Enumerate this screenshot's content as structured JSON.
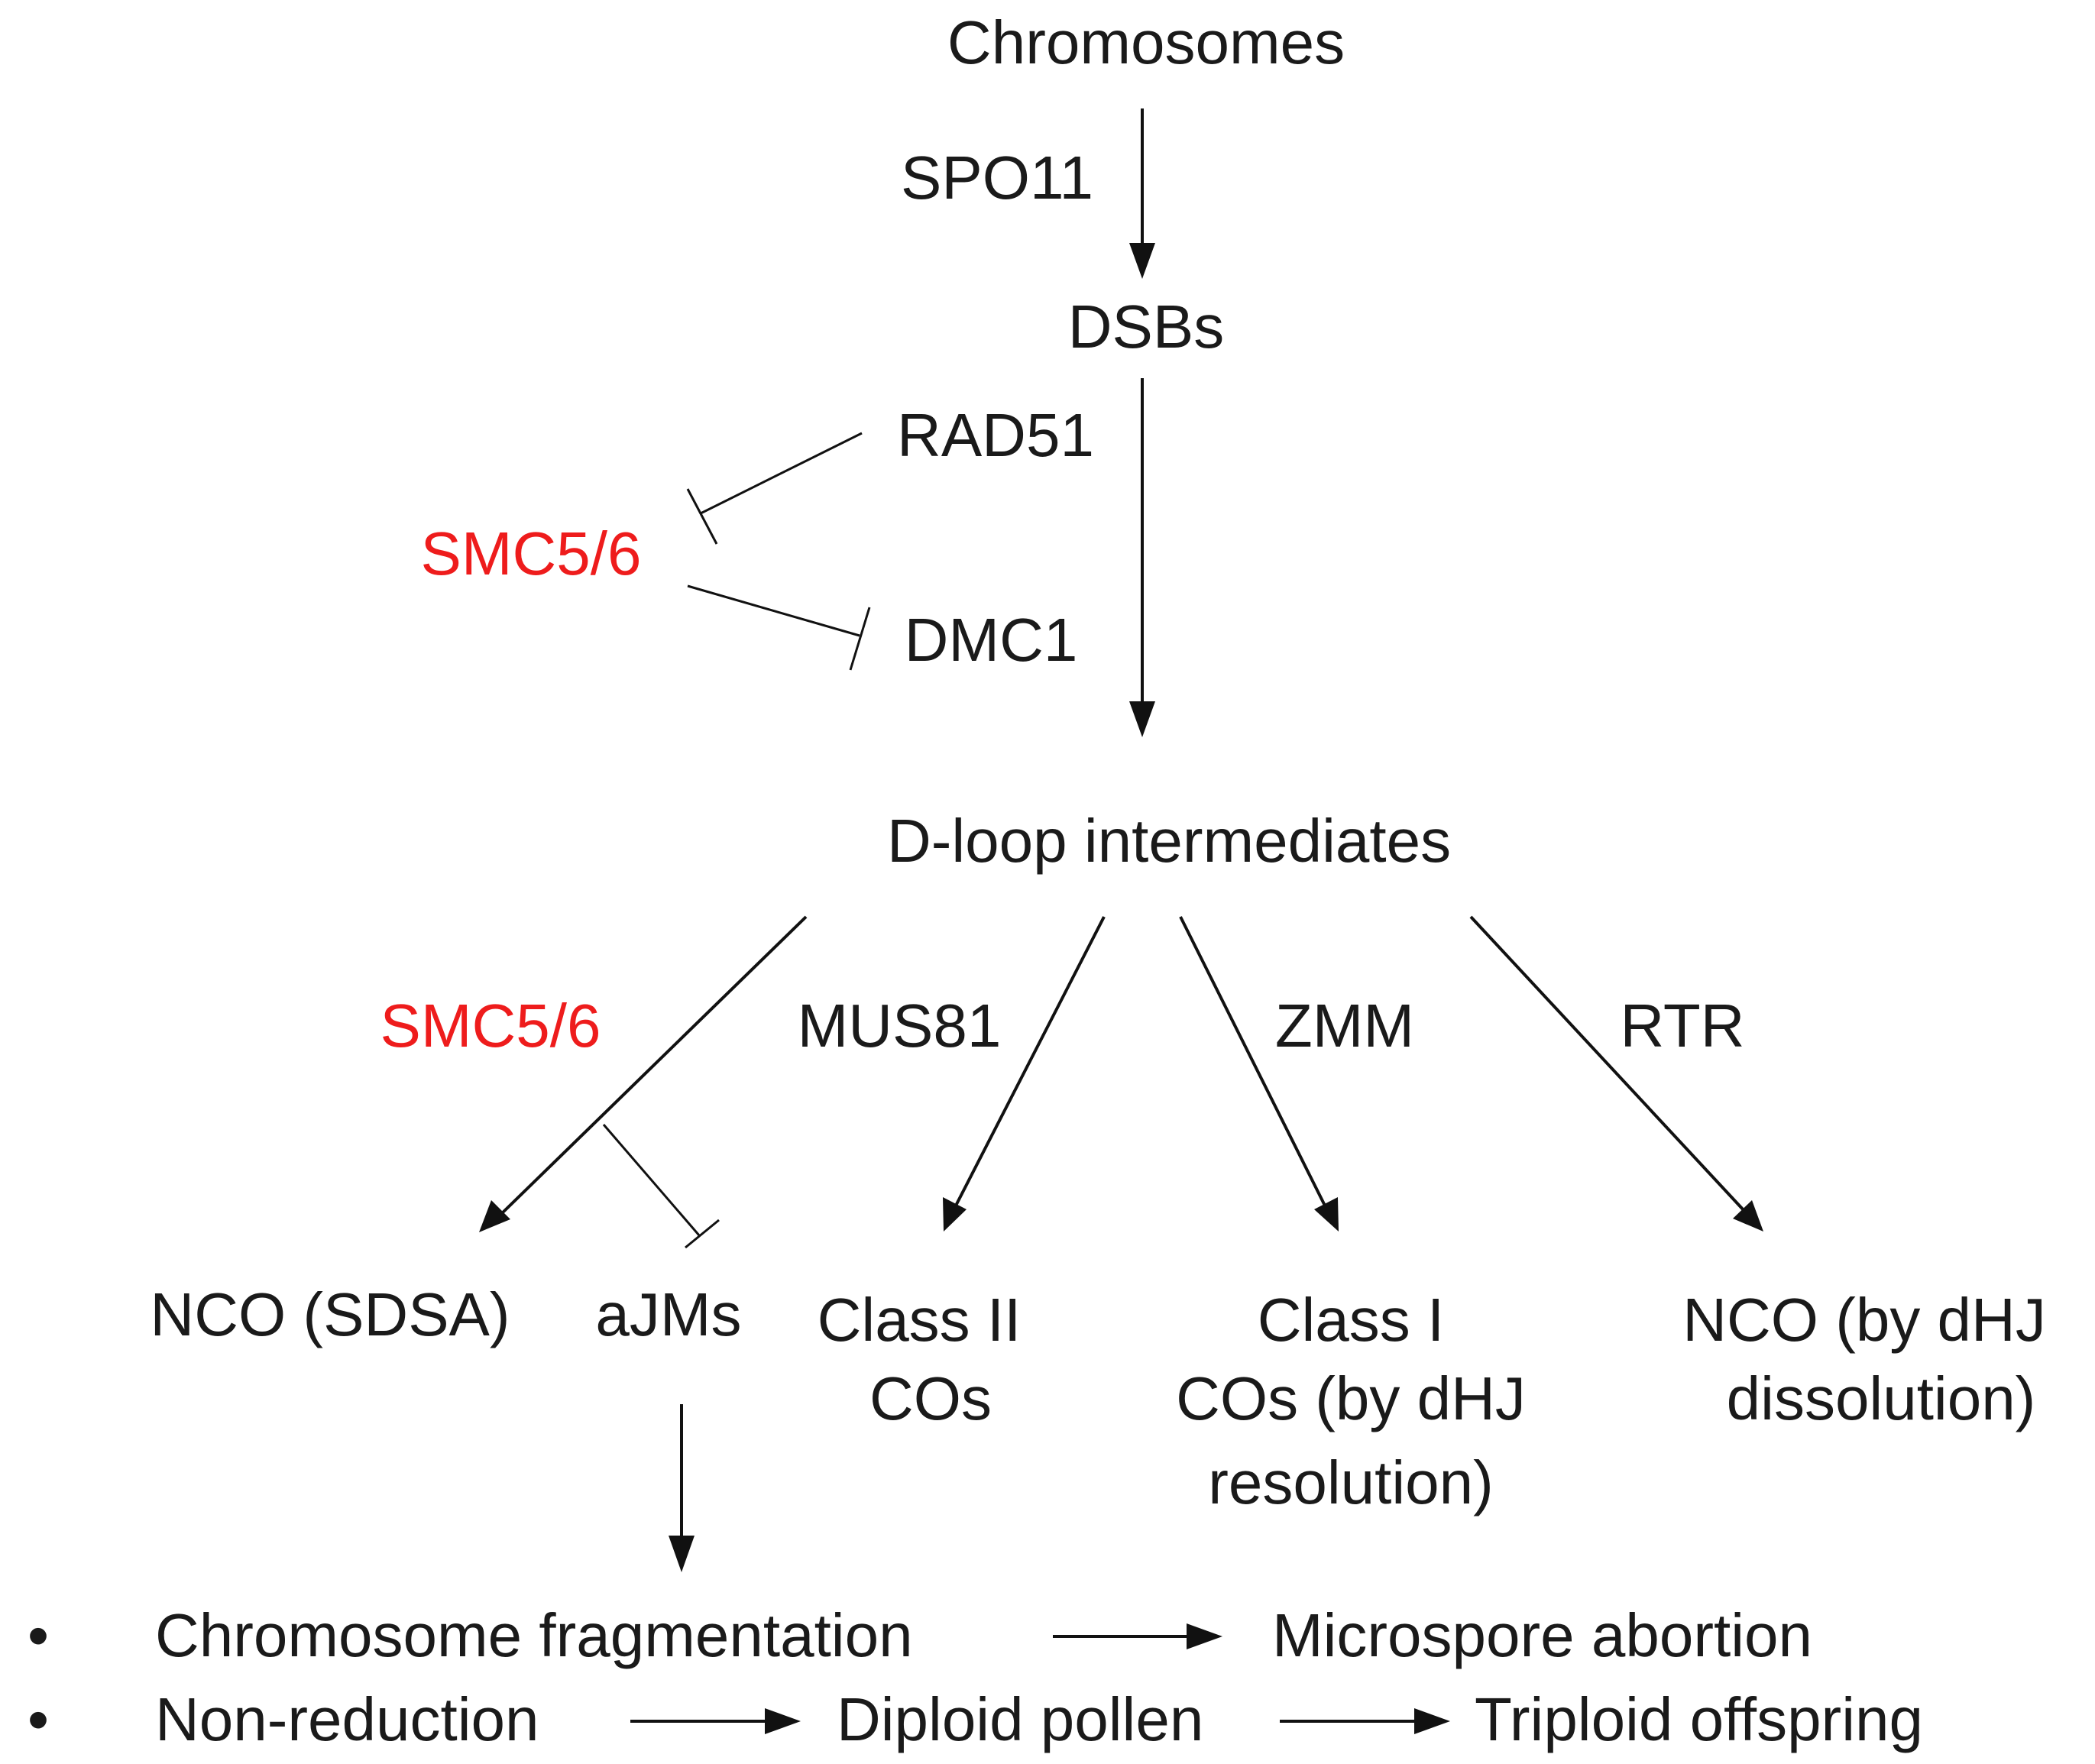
{
  "nodes": {
    "chromosomes": "Chromosomes",
    "dsbs": "DSBs",
    "dloop": "D-loop intermediates",
    "nco_sdsa": "NCO (SDSA)",
    "ajms": "aJMs",
    "class2_line1": "Class II",
    "class2_line2": "COs",
    "class1_line1": "Class I",
    "class1_line2": "COs (by dHJ",
    "class1_line3": "resolution)",
    "nco_dhj_line1": "NCO (by dHJ",
    "nco_dhj_line2": "dissolution)"
  },
  "labels": {
    "spo11": "SPO11",
    "rad51": "RAD51",
    "smc56_top": "SMC5/6",
    "dmc1": "DMC1",
    "smc56_bottom": "SMC5/6",
    "mus81": "MUS81",
    "zmm": "ZMM",
    "rtr": "RTR"
  },
  "outcomes": {
    "bullet": "•",
    "row1": {
      "a": "Chromosome fragmentation",
      "b": "Microspore abortion"
    },
    "row2": {
      "a": "Non-reduction",
      "b": "Diploid pollen",
      "c": "Triploid offspring"
    }
  },
  "colors": {
    "highlight": "#ee1c1c",
    "text": "#1a1a1a",
    "line": "#111111"
  }
}
